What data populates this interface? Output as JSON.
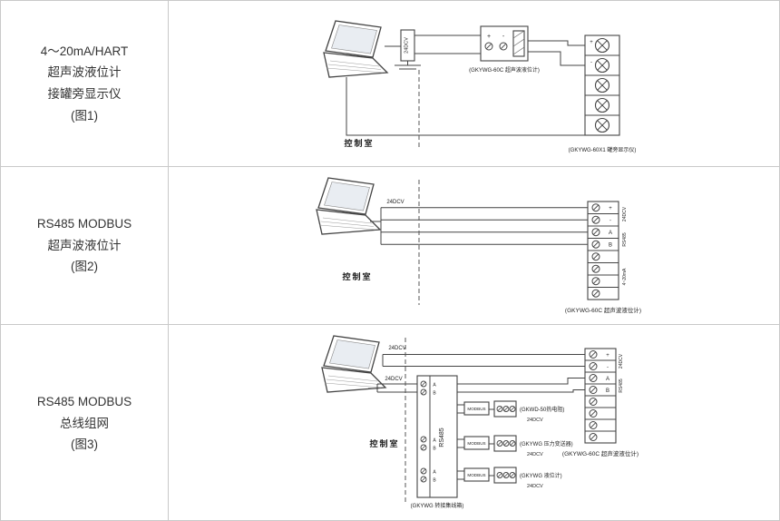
{
  "left_panel": {
    "rows": [
      {
        "lines": [
          "4～20mA/HART",
          "超声波液位计",
          "接罐旁显示仪",
          "(图1)"
        ]
      },
      {
        "lines": [
          "RS485 MODBUS",
          "超声波液位计",
          "(图2)"
        ]
      },
      {
        "lines": [
          "RS485 MODBUS",
          "总线组网",
          "(图3)"
        ]
      }
    ]
  },
  "diagram1": {
    "control_room": "控制室",
    "power_supply": "24DCV",
    "plus": "+",
    "minus": "-",
    "transmitter_label": "(GKYWG-60C 超声波液位计)",
    "display_label": "(GKYWG-60X1 罐旁显示仪)"
  },
  "diagram2": {
    "control_room": "控制室",
    "power_supply": "24DCV",
    "transmitter_label": "(GKYWG-60C 超声波液位计)",
    "terminals": [
      "+",
      "-",
      "A",
      "B"
    ],
    "side_labels": [
      "24DCV",
      "RS485",
      "4~20mA"
    ]
  },
  "diagram3": {
    "control_room": "控制室",
    "power_supply": "24DCV",
    "junction_box_text": "RS485",
    "junction_box_label": "(GKYWG 转接集线箱)",
    "modbus": "MODBUS",
    "terminal_a": "A",
    "terminal_b": "B",
    "devices": [
      {
        "name": "(GKWD-50热电阻)",
        "power": "24DCV"
      },
      {
        "name": "(GKYWG 压力变送器)",
        "power": "24DCV"
      },
      {
        "name": "(GKYWG 液位计)",
        "power": "24DCV"
      }
    ],
    "transmitter_label": "(GKYWG-60C 超声波液位计)",
    "terminals": [
      "+",
      "-",
      "A",
      "B"
    ],
    "side_labels": [
      "24DCV",
      "RS485"
    ]
  }
}
